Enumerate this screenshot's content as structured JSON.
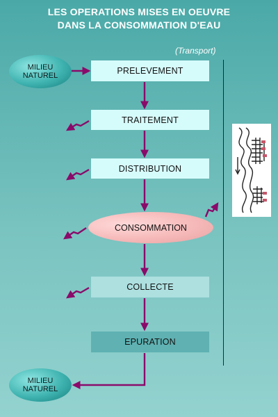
{
  "title": {
    "line1": "LES OPERATIONS MISES EN OEUVRE",
    "line2": "DANS LA CONSOMMATION D'EAU"
  },
  "transport_label": "(Transport)",
  "source_node": {
    "line1": "MILIEU",
    "line2": "NATUREL"
  },
  "sink_node": {
    "line1": "MILIEU",
    "line2": "NATUREL"
  },
  "steps": [
    {
      "label": "PRELEVEMENT"
    },
    {
      "label": "TRAITEMENT"
    },
    {
      "label": "DISTRIBUTION"
    },
    {
      "label": "CONSOMMATION"
    },
    {
      "label": "COLLECTE"
    },
    {
      "label": "EPURATION"
    }
  ],
  "colors": {
    "arrow": "#8a0a6a",
    "box_light": "#d6fbfb",
    "box_mid": "#aee0e0",
    "box_dark": "#5fb1b2",
    "consommation_fill": "#f6b9b9",
    "milieu_fill": "#3fb3b0"
  },
  "icons": {
    "picture": "water-network-schematic-icon"
  }
}
